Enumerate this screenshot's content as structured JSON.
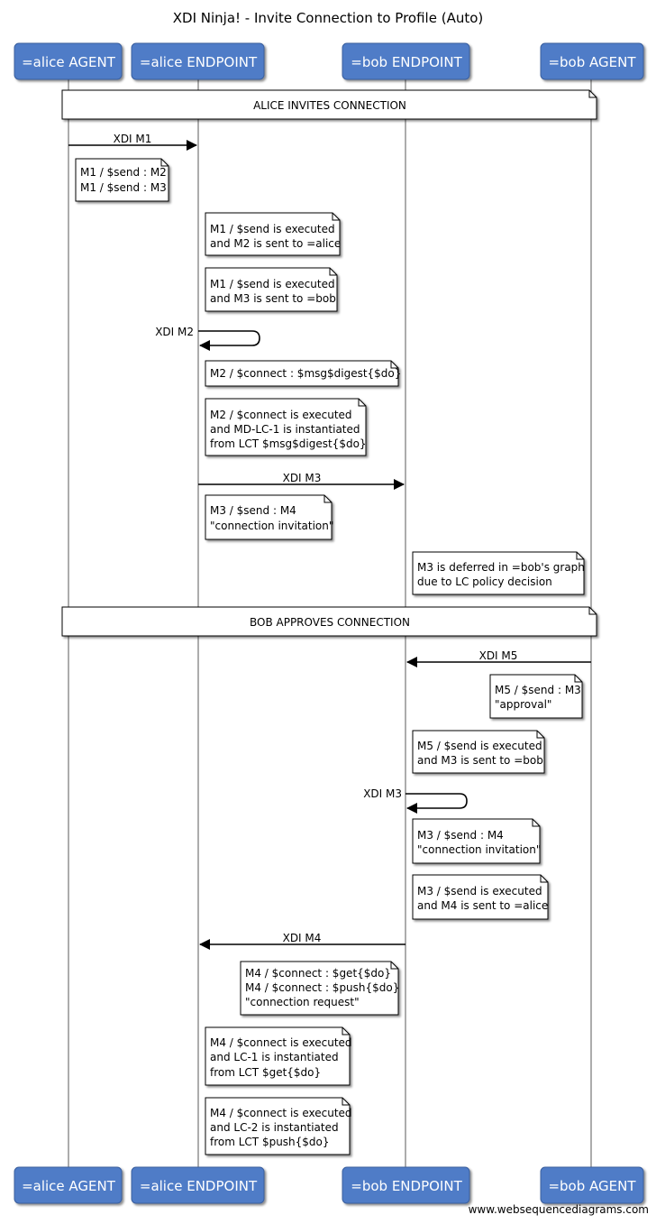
{
  "title": "XDI Ninja! - Invite Connection to Profile (Auto)",
  "footer": "www.websequencediagrams.com",
  "colors": {
    "actor_fill": "#4f7cc7",
    "actor_stroke": "#3a5f9e",
    "line": "#808080",
    "note_fill": "#ffffff"
  },
  "actors": [
    {
      "id": "alice_agent",
      "label": "=alice AGENT"
    },
    {
      "id": "alice_endpoint",
      "label": "=alice ENDPOINT"
    },
    {
      "id": "bob_endpoint",
      "label": "=bob ENDPOINT"
    },
    {
      "id": "bob_agent",
      "label": "=bob AGENT"
    }
  ],
  "sections": [
    {
      "label": "ALICE INVITES CONNECTION"
    },
    {
      "label": "BOB APPROVES CONNECTION"
    }
  ],
  "messages": [
    {
      "label": "XDI M1",
      "from": "alice_agent",
      "to": "alice_endpoint"
    },
    {
      "label": "XDI M2",
      "from": "alice_endpoint",
      "to": "alice_endpoint"
    },
    {
      "label": "XDI M3",
      "from": "alice_endpoint",
      "to": "bob_endpoint"
    },
    {
      "label": "XDI M5",
      "from": "bob_agent",
      "to": "bob_endpoint"
    },
    {
      "label": "XDI M3",
      "from": "bob_endpoint",
      "to": "bob_endpoint"
    },
    {
      "label": "XDI M4",
      "from": "bob_endpoint",
      "to": "alice_endpoint"
    }
  ],
  "notes": [
    {
      "lines": [
        "M1 / $send : M2",
        "M1 / $send : M3"
      ]
    },
    {
      "lines": [
        "M1 / $send is executed",
        "and M2 is sent to =alice"
      ]
    },
    {
      "lines": [
        "M1 / $send is executed",
        "and M3 is sent to =bob"
      ]
    },
    {
      "lines": [
        "M2 / $connect : $msg$digest{$do}"
      ]
    },
    {
      "lines": [
        "M2 / $connect is executed",
        "and MD-LC-1 is instantiated",
        "from LCT $msg$digest{$do}"
      ]
    },
    {
      "lines": [
        "M3 / $send : M4",
        "\"connection invitation\""
      ]
    },
    {
      "lines": [
        "M3 is deferred in =bob's graph",
        "due to LC policy decision"
      ]
    },
    {
      "lines": [
        "M5 / $send : M3",
        "\"approval\""
      ]
    },
    {
      "lines": [
        "M5 / $send is executed",
        "and M3 is sent to =bob"
      ]
    },
    {
      "lines": [
        "M3 / $send : M4",
        "\"connection invitation\""
      ]
    },
    {
      "lines": [
        "M3 / $send is executed",
        "and M4 is sent to =alice"
      ]
    },
    {
      "lines": [
        "M4 / $connect : $get{$do}",
        "M4 / $connect : $push{$do}",
        "\"connection request\""
      ]
    },
    {
      "lines": [
        "M4 / $connect is executed",
        "and LC-1 is instantiated",
        "from LCT $get{$do}"
      ]
    },
    {
      "lines": [
        "M4 / $connect is executed",
        "and LC-2 is instantiated",
        "from LCT $push{$do}"
      ]
    }
  ]
}
